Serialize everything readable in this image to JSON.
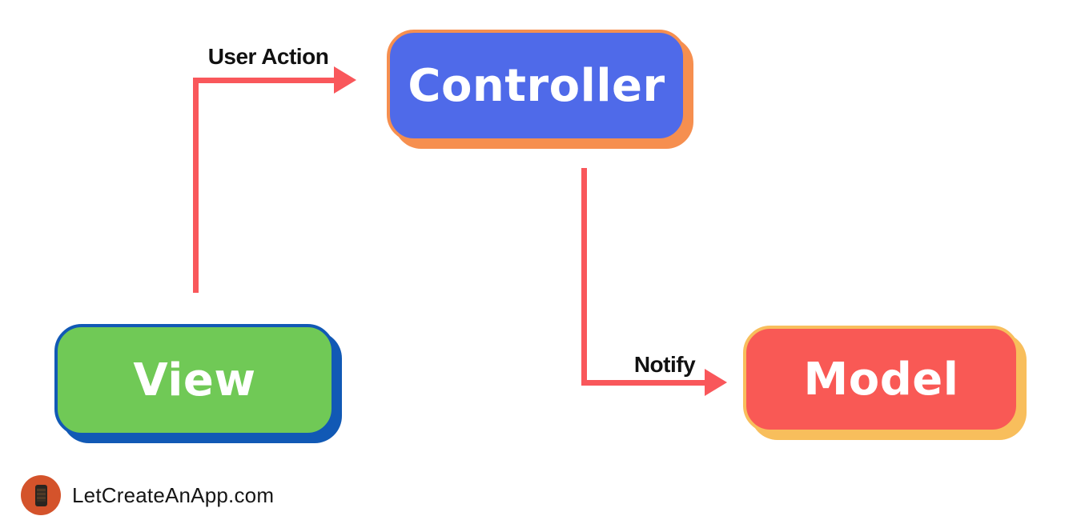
{
  "diagram": {
    "title_hint": "MVC pattern flow diagram",
    "nodes": {
      "controller": {
        "label": "Controller",
        "fill": "#4f6ae9",
        "accent": "#f68f4f"
      },
      "view": {
        "label": "View",
        "fill": "#70c956",
        "accent": "#1159b5"
      },
      "model": {
        "label": "Model",
        "fill": "#f95955",
        "accent": "#f8be5c"
      }
    },
    "edges": {
      "user_action": {
        "label": "User Action",
        "color": "#f9575b",
        "from": "View",
        "to": "Controller"
      },
      "notify": {
        "label": "Notify",
        "color": "#f9575b",
        "from": "Controller",
        "to": "Model"
      }
    }
  },
  "footer": {
    "brand": "LetCreateAnApp.com",
    "logo_icon": "phone-icon",
    "logo_color": "#d4532b"
  }
}
